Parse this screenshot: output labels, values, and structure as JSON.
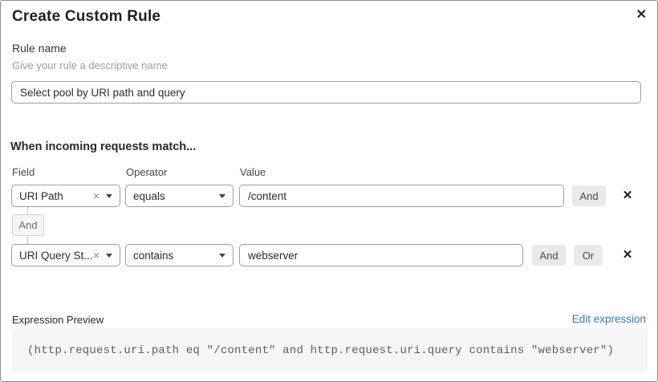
{
  "dialog": {
    "title": "Create Custom Rule",
    "close_icon": "✕"
  },
  "rule_name": {
    "label": "Rule name",
    "hint": "Give your rule a descriptive name",
    "value": "Select pool by URI path and query"
  },
  "match": {
    "heading": "When incoming requests match...",
    "column_labels": {
      "field": "Field",
      "operator": "Operator",
      "value": "Value"
    },
    "connector_label": "And",
    "rows": [
      {
        "field": "URI Path",
        "operator": "equals",
        "value": "/content",
        "buttons": [
          "And"
        ],
        "clear_icon": "×",
        "remove_icon": "✕"
      },
      {
        "field": "URI Query St...",
        "operator": "contains",
        "value": "webserver",
        "buttons": [
          "And",
          "Or"
        ],
        "clear_icon": "×",
        "remove_icon": "✕"
      }
    ]
  },
  "expression": {
    "label": "Expression Preview",
    "edit_link": "Edit expression",
    "code": "(http.request.uri.path eq \"/content\" and http.request.uri.query contains \"webserver\")"
  },
  "colors": {
    "link_blue": "#2e7cb8",
    "button_gray": "#e9e9e9",
    "code_background": "#f5f5f5",
    "input_border": "#9e9e9e",
    "dialog_border": "#8e8e8e"
  }
}
